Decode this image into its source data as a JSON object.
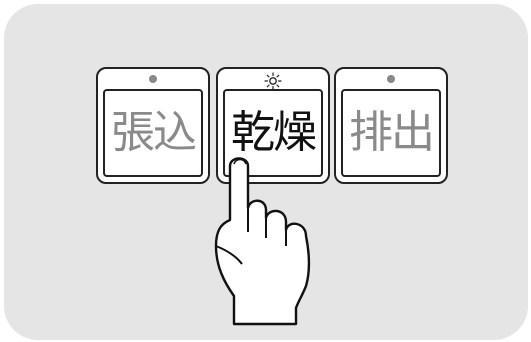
{
  "buttons": [
    {
      "label": "張込",
      "state": "inactive",
      "indicator": "dot"
    },
    {
      "label": "乾燥",
      "state": "active",
      "indicator": "lit-lamp-icon"
    },
    {
      "label": "排出",
      "state": "inactive",
      "indicator": "dot"
    }
  ],
  "colors": {
    "panel_bg": "#e5e5e5",
    "outline": "#222222",
    "inactive_text": "#8a8a8a",
    "active_text": "#111111"
  },
  "icons": {
    "pointer": "pointing-hand-icon"
  }
}
